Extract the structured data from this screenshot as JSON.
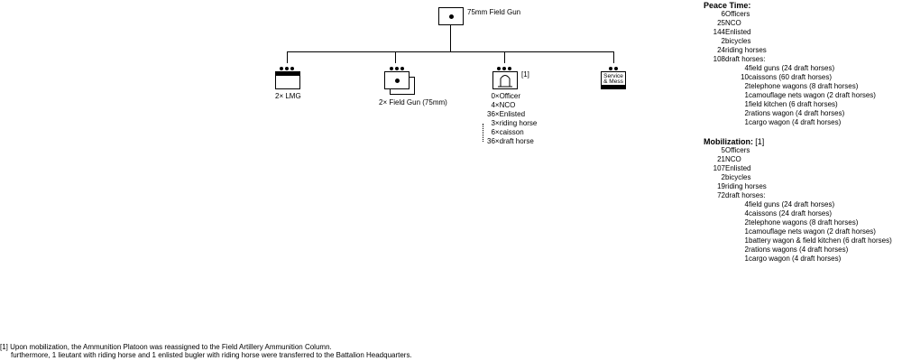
{
  "hq": {
    "label": "75mm Field Gun"
  },
  "units": [
    {
      "dots": "●●●",
      "caption": "2× LMG"
    },
    {
      "dots": "●●●",
      "caption": "2× Field Gun (75mm)"
    },
    {
      "dots": "●●●",
      "caption": "[1]",
      "stats": [
        {
          "n": "0×",
          "t": "Officer"
        },
        {
          "n": "4×",
          "t": "NCO"
        },
        {
          "n": "36×",
          "t": "Enlisted"
        },
        {
          "n": "3×",
          "t": "riding horse"
        },
        {
          "n": "6×",
          "t": "caisson"
        },
        {
          "n": "36×",
          "t": "draft horse"
        }
      ]
    },
    {
      "dots": "●●",
      "label_l1": "Service",
      "label_l2": "& Mess"
    }
  ],
  "peace": {
    "title": "Peace Time:",
    "rows": [
      {
        "n": "6",
        "t": "Officers",
        "sub": false
      },
      {
        "n": "25",
        "t": "NCO",
        "sub": false
      },
      {
        "n": "144",
        "t": "Enlisted",
        "sub": false
      },
      {
        "n": "2",
        "t": "bicycles",
        "sub": false
      },
      {
        "n": "24",
        "t": "riding horses",
        "sub": false
      },
      {
        "n": "108",
        "t": "draft horses:",
        "sub": false
      },
      {
        "n": "4",
        "t": "field guns (24 draft horses)",
        "sub": true
      },
      {
        "n": "10",
        "t": "caissons (60 draft horses)",
        "sub": true
      },
      {
        "n": "2",
        "t": "telephone wagons (8 draft horses)",
        "sub": true
      },
      {
        "n": "1",
        "t": "camouflage nets wagon (2 draft horses)",
        "sub": true
      },
      {
        "n": "1",
        "t": "field kitchen (6 draft horses)",
        "sub": true
      },
      {
        "n": "2",
        "t": "rations wagon (4 draft horses)",
        "sub": true
      },
      {
        "n": "1",
        "t": "cargo wagon (4 draft horses)",
        "sub": true
      }
    ]
  },
  "mob": {
    "title": "Mobilization:",
    "note": "[1]",
    "rows": [
      {
        "n": "5",
        "t": "Officers",
        "sub": false
      },
      {
        "n": "21",
        "t": "NCO",
        "sub": false
      },
      {
        "n": "107",
        "t": "Enlisted",
        "sub": false
      },
      {
        "n": "2",
        "t": "bicycles",
        "sub": false
      },
      {
        "n": "19",
        "t": "riding horses",
        "sub": false
      },
      {
        "n": "72",
        "t": "draft horses:",
        "sub": false
      },
      {
        "n": "4",
        "t": "field guns (24 draft horses)",
        "sub": true
      },
      {
        "n": "4",
        "t": "caissons (24 draft horses)",
        "sub": true
      },
      {
        "n": "2",
        "t": "telephone wagons (8 draft horses)",
        "sub": true
      },
      {
        "n": "1",
        "t": "camouflage nets wagon (2 draft horses)",
        "sub": true
      },
      {
        "n": "1",
        "t": "battery wagon & field kitchen (6 draft horses)",
        "sub": true
      },
      {
        "n": "2",
        "t": "rations wagons (4 draft horses)",
        "sub": true
      },
      {
        "n": "1",
        "t": "cargo wagon (4 draft horses)",
        "sub": true
      }
    ]
  },
  "footnote": {
    "line1": "[1] Upon mobilization, the Ammunition Platoon was reassigned to the Field Artillery Ammunition Column.",
    "line2": "furthermore, 1 lieutant with riding horse and 1 enlisted bugler with riding horse were transferred to the Battalion Headquarters."
  }
}
